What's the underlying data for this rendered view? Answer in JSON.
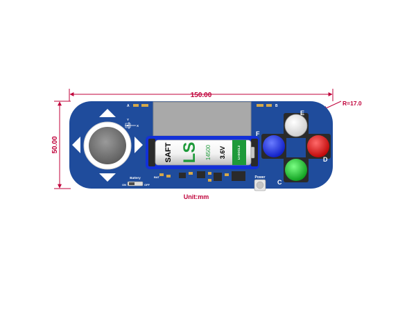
{
  "dimensions": {
    "width_label": "150.00",
    "height_label": "50.00",
    "radius_label": "R=17.0",
    "unit_label": "Unit:mm"
  },
  "board": {
    "name": "gamepad-expansion-board",
    "color": "#1f4c9c",
    "silk_labels": {
      "top_a": "A",
      "top_b": "B",
      "axis_y": "Y",
      "axis_x": "X",
      "axis_p": "P",
      "battery": "Battery",
      "switch_on": "ON",
      "switch_off": "OFF",
      "bat": "BAT",
      "power": "Power"
    },
    "buttons": [
      {
        "label": "E",
        "color": "#ffffff"
      },
      {
        "label": "F",
        "color": "#1a2ee8"
      },
      {
        "label": "D",
        "color": "#e01010"
      },
      {
        "label": "C",
        "color": "#18c02a"
      }
    ],
    "battery_cell": {
      "brand": "SAFT",
      "series": "LS",
      "model": "14500",
      "voltage": "3.6V",
      "type": "LI-SOCL2"
    }
  },
  "colors": {
    "dimension": "#c0003a",
    "battery_holder": "#1230d8",
    "joystick": "#7a7a7a"
  }
}
